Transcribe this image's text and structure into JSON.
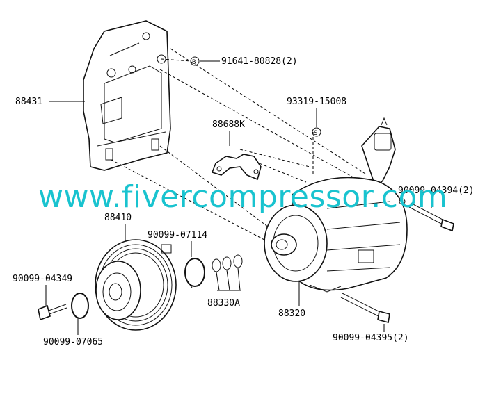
{
  "watermark": "www.fivercompressor.com",
  "labels": {
    "bracket": "88431",
    "bolt_top": "91641-80828(2)",
    "pin": "93319-15008",
    "harness_bracket": "88688K",
    "bolt_right": "90099-04394(2)",
    "pulley": "88410",
    "snap_ring": "90099-07114",
    "bolt_left": "90099-04349",
    "shims": "88330A",
    "compressor": "88320",
    "washer_left": "90099-07065",
    "bolt_bottom": "90099-04395(2)"
  },
  "callout_marks": {
    "bolt_top_mark": "B",
    "pin_mark": "S"
  }
}
